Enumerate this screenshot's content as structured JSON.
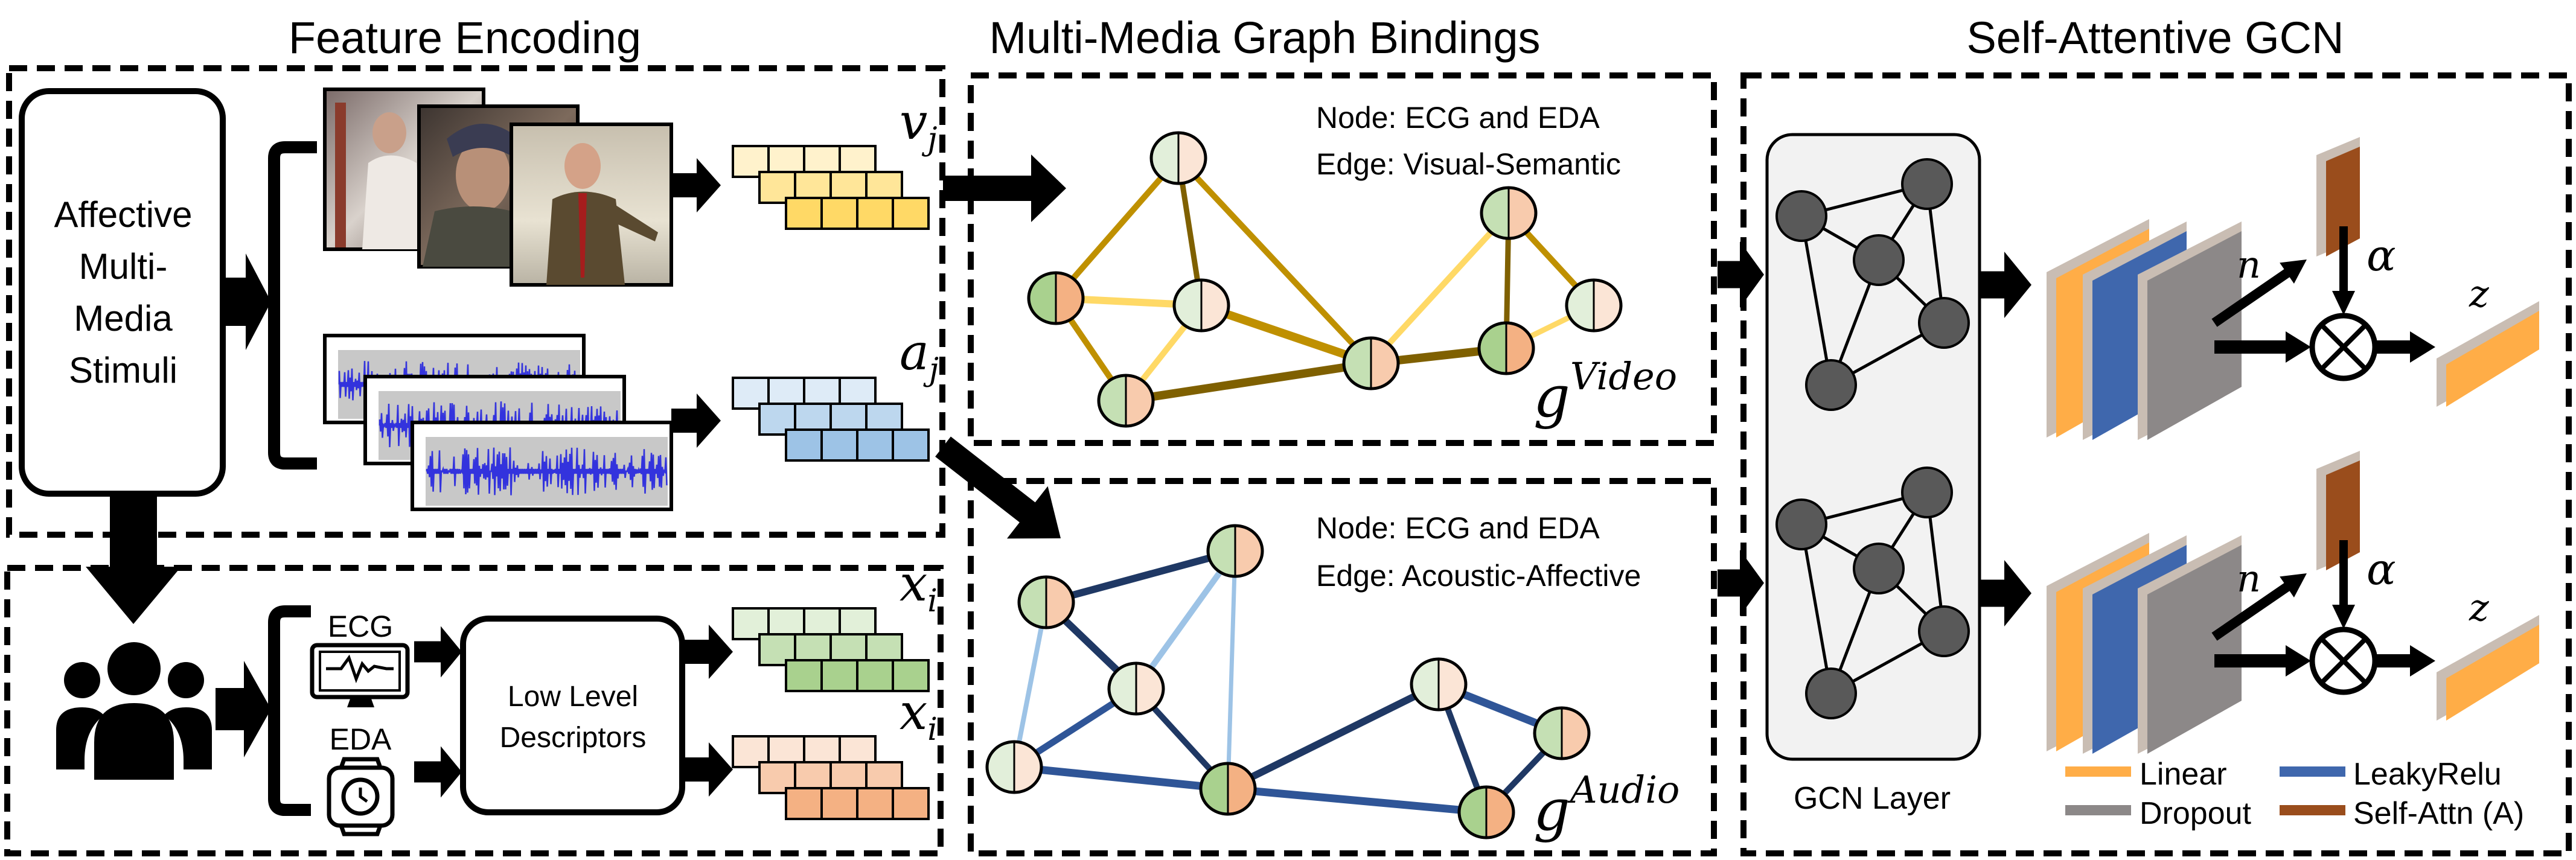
{
  "titles": {
    "feature_encoding": "Feature Encoding",
    "graph_bindings": "Multi-Media Graph Bindings",
    "self_attentive_gcn": "Self-Attentive GCN"
  },
  "stimuli": {
    "lines": [
      "Affective",
      "Multi-",
      "Media",
      "Stimuli"
    ]
  },
  "features": {
    "video": {
      "symbol": "v",
      "sub": "j"
    },
    "audio": {
      "symbol": "a",
      "sub": "j"
    },
    "ecg": {
      "symbol": "x",
      "sub": "i"
    },
    "eda": {
      "symbol": "x",
      "sub": "i"
    }
  },
  "physio": {
    "ecg_label": "ECG",
    "eda_label": "EDA",
    "descriptor_lines": [
      "Low Level",
      "Descriptors"
    ]
  },
  "video_graph": {
    "node_text": "Node: ECG and EDA",
    "edge_text": "Edge: Visual-Semantic",
    "symbol": "g",
    "superscript": "Video"
  },
  "audio_graph": {
    "node_text": "Node: ECG and EDA",
    "edge_text": "Edge: Acoustic-Affective",
    "symbol": "g",
    "superscript": "Audio"
  },
  "gcn": {
    "layer_label": "GCN Layer",
    "n_label": "n",
    "alpha_label": "α",
    "z_label": "z"
  },
  "legend": [
    {
      "label": "Linear",
      "color": "#ffad47"
    },
    {
      "label": "LeakyRelu",
      "color": "#3f67ad"
    },
    {
      "label": "Dropout",
      "color": "#8c8888"
    },
    {
      "label": "Self-Attn (A)",
      "color": "#9a4d1c"
    }
  ],
  "colors": {
    "video_features": [
      "#fff2cc",
      "#ffe699",
      "#ffd966"
    ],
    "audio_features": [
      "#deebf7",
      "#bdd7ee",
      "#9dc3e6"
    ],
    "ecg_features": [
      "#e2f0d9",
      "#c5e0b4",
      "#a9d18e"
    ],
    "eda_features": [
      "#fbe5d6",
      "#f8cbad",
      "#f4b183"
    ],
    "video_edges": {
      "light": "#ffd966",
      "mid": "#bf9000",
      "dark": "#7f6000"
    },
    "audio_edges": {
      "light": "#9dc3e6",
      "mid": "#2f5597",
      "dark": "#1f3864"
    },
    "node_green": {
      "light": "#e2efda",
      "mid": "#c5e0b4",
      "dark": "#a9d18e"
    },
    "node_peach": {
      "light": "#fbe5d6",
      "mid": "#f8cbad",
      "dark": "#f4b183"
    },
    "gcn_node": "#595959",
    "gcn_panel": "#f2f2f2"
  }
}
